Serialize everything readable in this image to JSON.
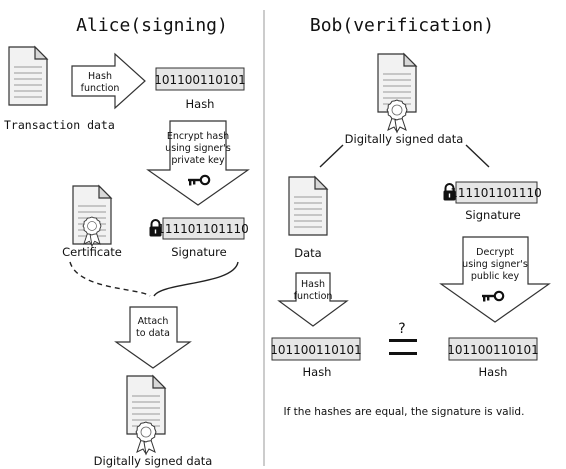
{
  "alice": {
    "title": "Alice(signing)",
    "transaction_data": "Transaction data",
    "hash_function": [
      "Hash",
      "function"
    ],
    "hash_value": "101100110101",
    "hash_label": "Hash",
    "encrypt": [
      "Encrypt hash",
      "using signer's",
      "private key"
    ],
    "signature_value": "111101101110",
    "signature_label": "Signature",
    "certificate_label": "Certificate",
    "attach": [
      "Attach",
      "to data"
    ],
    "signed_data_label": "Digitally signed data"
  },
  "bob": {
    "title": "Bob(verification)",
    "signed_data_label": "Digitally signed data",
    "data_label": "Data",
    "signature_value": "111101101110",
    "signature_label": "Signature",
    "hash_function": [
      "Hash",
      "function"
    ],
    "decrypt": [
      "Decrypt",
      "using signer's",
      "public key"
    ],
    "question": "?",
    "hash_left_value": "101100110101",
    "hash_left_label": "Hash",
    "hash_right_value": "101100110101",
    "hash_right_label": "Hash",
    "conclusion": "If the hashes are equal, the signature is valid."
  },
  "icons": [
    "document-icon",
    "signed-document-icon",
    "certificate-icon",
    "padlock-icon",
    "key-icon",
    "equals-icon"
  ]
}
